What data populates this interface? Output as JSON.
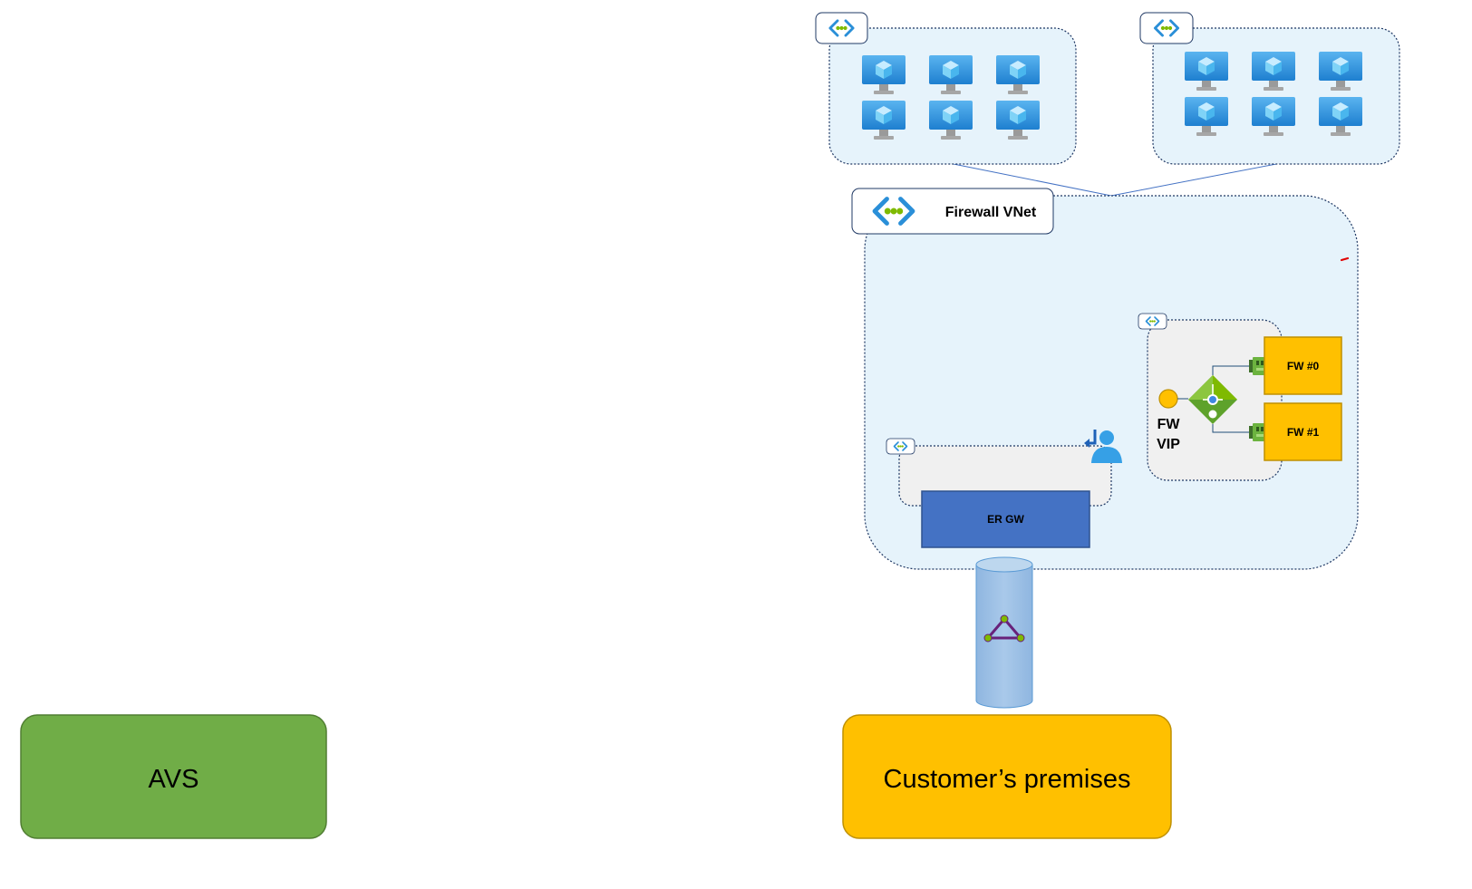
{
  "firewall_vnet": {
    "label": "Firewall VNet"
  },
  "firewalls": [
    {
      "label": "FW #0"
    },
    {
      "label": "FW #1"
    }
  ],
  "vip": {
    "line1": "FW",
    "line2": "VIP"
  },
  "er_gateway": {
    "label": "ER GW"
  },
  "avs": {
    "label": "AVS"
  },
  "customer": {
    "label": "Customer’s premises"
  },
  "icons": {
    "vnet": "vnet-icon",
    "vm": "virtual-machine-icon",
    "load_balancer": "load-balancer-icon",
    "nic": "network-interface-icon",
    "route_server": "route-server-icon",
    "expressroute": "expressroute-circuit-icon"
  },
  "colors": {
    "vnet_fill": "#e6f3fb",
    "subnet_fill": "#f0f0f0",
    "firewall_fill": "#ffc000",
    "er_gw_fill": "#4472c4",
    "avs_fill": "#70ad47",
    "customer_fill": "#ffc000",
    "circuit_fill": "#9dc3e6"
  }
}
